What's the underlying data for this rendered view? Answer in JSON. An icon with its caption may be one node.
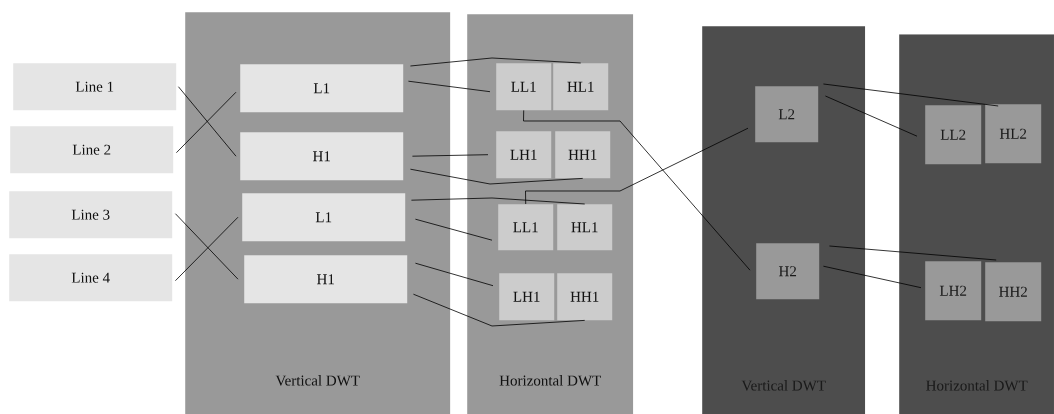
{
  "diagram": {
    "nodes": [
      {
        "text": [
          "Line 1"
        ]
      },
      {
        "text": [
          "Line 2"
        ]
      },
      {
        "text": [
          "Line 3"
        ]
      },
      {
        "text": [
          "Line 4"
        ]
      },
      {
        "text": [
          "Vertical DWT"
        ]
      },
      {
        "text": [
          "L1"
        ],
        "in": 4
      },
      {
        "text": [
          "H1"
        ],
        "in": 4
      },
      {
        "text": [
          "L1"
        ],
        "in": 4
      },
      {
        "text": [
          "H1"
        ],
        "in": 4
      },
      {
        "text": [
          "Horizontal DWT"
        ]
      },
      {
        "text": [
          "LL1"
        ],
        "in": 9
      },
      {
        "text": [
          "HL1"
        ],
        "in": 9
      },
      {
        "text": [
          "LH1"
        ],
        "in": 9
      },
      {
        "text": [
          "HH1"
        ],
        "in": 9
      },
      {
        "text": [
          "LL1"
        ],
        "in": 9
      },
      {
        "text": [
          "HL1"
        ],
        "in": 9
      },
      {
        "text": [
          "LH1"
        ],
        "in": 9
      },
      {
        "text": [
          "HH1"
        ],
        "in": 9
      },
      {
        "text": [
          "Vertical DWT"
        ]
      },
      {
        "text": [
          "L2"
        ],
        "in": 18
      },
      {
        "text": [
          "H2"
        ],
        "in": 18
      },
      {
        "text": [
          "Horizontal DWT"
        ]
      },
      {
        "text": [
          "LL2"
        ],
        "in": 21
      },
      {
        "text": [
          "HL2"
        ],
        "in": 21
      },
      {
        "text": [
          "LH2"
        ],
        "in": 21
      },
      {
        "text": [
          "HH2"
        ],
        "in": 21
      }
    ],
    "edges": [
      {
        "from": 0,
        "to": 6,
        "arrow": "none"
      },
      {
        "from": 1,
        "to": 5,
        "arrow": "none"
      },
      {
        "from": 2,
        "to": 8,
        "arrow": "none"
      },
      {
        "from": 3,
        "to": 7,
        "arrow": "none"
      },
      {
        "from": 5,
        "to": 11,
        "arrow": "none"
      },
      {
        "from": 5,
        "to": 10,
        "arrow": "none"
      },
      {
        "from": 6,
        "to": 12,
        "arrow": "none"
      },
      {
        "from": 6,
        "to": 13,
        "arrow": "none"
      },
      {
        "from": 7,
        "to": 15,
        "arrow": "none"
      },
      {
        "from": 7,
        "to": 14,
        "arrow": "none"
      },
      {
        "from": 8,
        "to": 16,
        "arrow": "none"
      },
      {
        "from": 8,
        "to": 17,
        "arrow": "none"
      },
      {
        "from": 10,
        "to": 20,
        "arrow": "none"
      },
      {
        "from": 14,
        "to": 19,
        "arrow": "none"
      },
      {
        "from": 19,
        "to": 23,
        "arrow": "none"
      },
      {
        "from": 19,
        "to": 22,
        "arrow": "none"
      },
      {
        "from": 20,
        "to": 25,
        "arrow": "none"
      },
      {
        "from": 20,
        "to": 24,
        "arrow": "none"
      }
    ]
  }
}
